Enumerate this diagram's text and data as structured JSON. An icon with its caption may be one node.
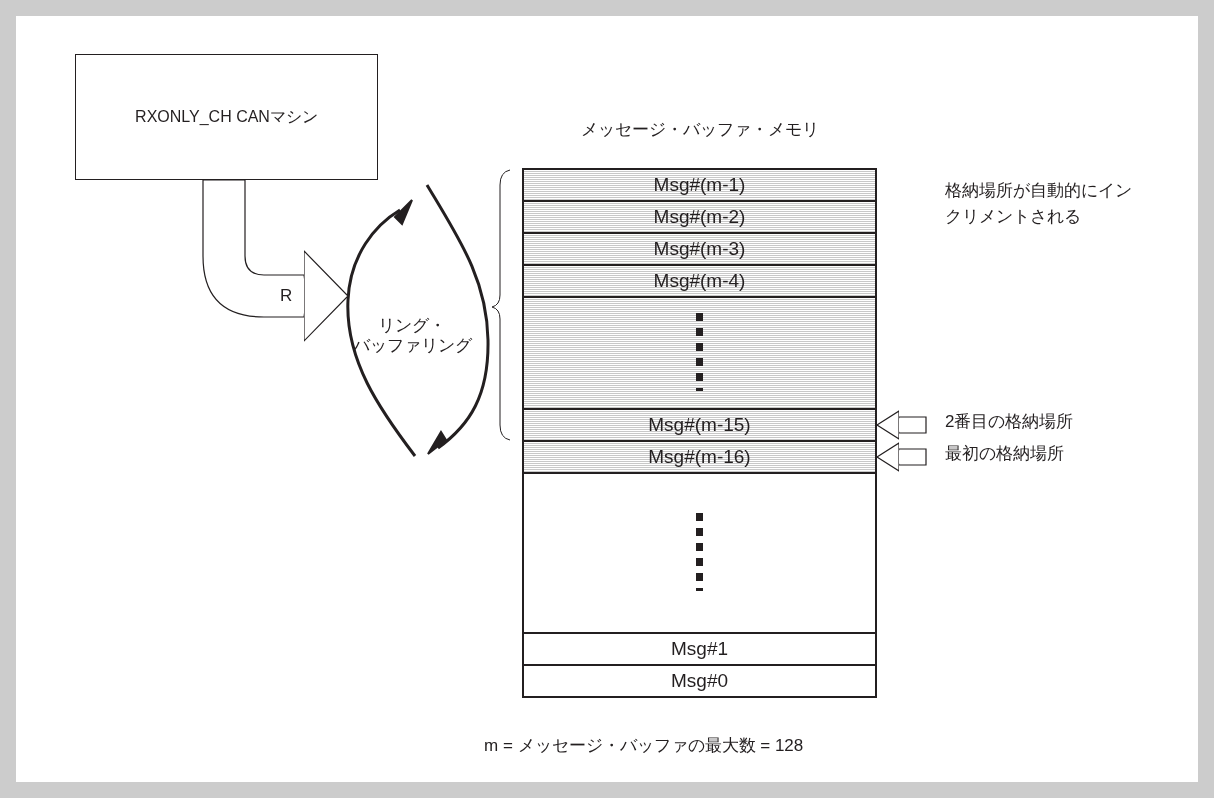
{
  "diagram": {
    "caption": "m = メッセージ・バッファの最大数 = 128",
    "nodes": [
      {
        "text": [
          "RXONLY_CH CANマシン"
        ]
      },
      {
        "text": [
          "リング・バッファリング"
        ]
      },
      {
        "text": [
          "メッセージ・バッファ・メモリ"
        ]
      },
      {
        "text": [
          "Msg#(m-1)"
        ],
        "in": 2
      },
      {
        "text": [
          "Msg#(m-2)"
        ],
        "in": 2
      },
      {
        "text": [
          "Msg#(m-3)"
        ],
        "in": 2
      },
      {
        "text": [
          "Msg#(m-4)"
        ],
        "in": 2
      },
      {
        "text": [],
        "shape": "box",
        "in": 2
      },
      {
        "text": [
          "Msg#(m-15)"
        ],
        "in": 2
      },
      {
        "text": [
          "Msg#(m-16)"
        ],
        "in": 2
      },
      {
        "text": [],
        "shape": "box",
        "in": 2
      },
      {
        "text": [
          "Msg#1"
        ],
        "in": 2
      },
      {
        "text": [
          "Msg#0"
        ],
        "in": 2
      },
      {
        "text": [
          "2番目の格納場所"
        ]
      },
      {
        "text": [
          "最初の格納場所"
        ]
      }
    ],
    "edges": [
      {
        "from": 0,
        "to": 1,
        "arrow": "to",
        "label": "R"
      },
      {
        "from": 13,
        "to": 8,
        "arrow": "to"
      },
      {
        "from": 14,
        "to": 9,
        "arrow": "to"
      }
    ],
    "labels": [
      "格納場所が自動的にインクリメントされる"
    ]
  }
}
